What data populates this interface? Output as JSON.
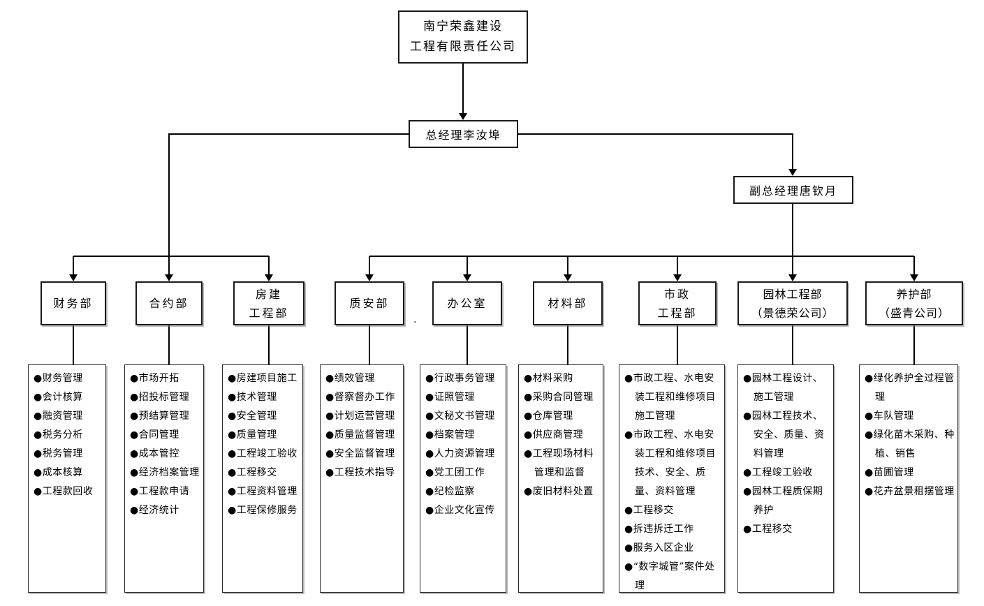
{
  "org": {
    "root": {
      "name_lines": [
        "南宁荣鑫建设",
        "工程有限责任公司"
      ]
    },
    "general_manager": {
      "label": "总经理李汝埠"
    },
    "deputy_general_manager": {
      "label": "副总经理唐钦月"
    },
    "departments": [
      {
        "name_lines": [
          "财务部"
        ],
        "duties": [
          "财务管理",
          "会计核算",
          "融资管理",
          "税务分析",
          "税务管理",
          "成本核算",
          "工程款回收"
        ]
      },
      {
        "name_lines": [
          "合约部"
        ],
        "duties": [
          "市场开拓",
          "招投标管理",
          "预结算管理",
          "合同管理",
          "成本管控",
          "经济档案管理",
          "工程款申请",
          "经济统计"
        ]
      },
      {
        "name_lines": [
          "房建",
          "工程部"
        ],
        "duties": [
          "房建项目施工",
          "技术管理",
          "安全管理",
          "质量管理",
          "工程竣工验收",
          "工程移交",
          "工程资料管理",
          "工程保修服务"
        ]
      },
      {
        "name_lines": [
          "质安部"
        ],
        "duties": [
          "绩效管理",
          "督察督办工作",
          "计划运营管理",
          "质量监督管理",
          "安全监督管理",
          "工程技术指导"
        ]
      },
      {
        "name_lines": [
          "办公室"
        ],
        "duties": [
          "行政事务管理",
          "证照管理",
          "文秘文书管理",
          "档案管理",
          "人力资源管理",
          "党工团工作",
          "纪检监察",
          "企业文化宣传"
        ]
      },
      {
        "name_lines": [
          "材料部"
        ],
        "duties": [
          "材料采购",
          "采购合同管理",
          "仓库管理",
          "供应商管理",
          "工程现场材料管理和监督",
          "废旧材料处置"
        ]
      },
      {
        "name_lines": [
          "市政",
          "工程部"
        ],
        "duties": [
          "市政工程、水电安装工程和维修项目施工管理",
          "市政工程、水电安装工程和维修项目技术、安全、质量、资料管理",
          "工程移交",
          "拆违拆迁工作",
          "服务入区企业",
          "“数字城管”案件处理"
        ]
      },
      {
        "name_lines": [
          "园林工程部",
          "（景德荣公司）"
        ],
        "duties": [
          "园林工程设计、施工管理",
          "园林工程技术、安全、质量、资料管理",
          "工程竣工验收",
          "园林工程质保期养护",
          "工程移交"
        ]
      },
      {
        "name_lines": [
          "养护部",
          "（盛青公司）"
        ],
        "duties": [
          "绿化养护全过程管理",
          "车队管理",
          "绿化苗木采购、种植、销售",
          "苗圃管理",
          "花卉盆景租摆管理"
        ]
      }
    ],
    "artifact_dot": "."
  },
  "colors": {
    "line": "#000000",
    "background": "#ffffff",
    "box_border": "#1a1a1a"
  }
}
